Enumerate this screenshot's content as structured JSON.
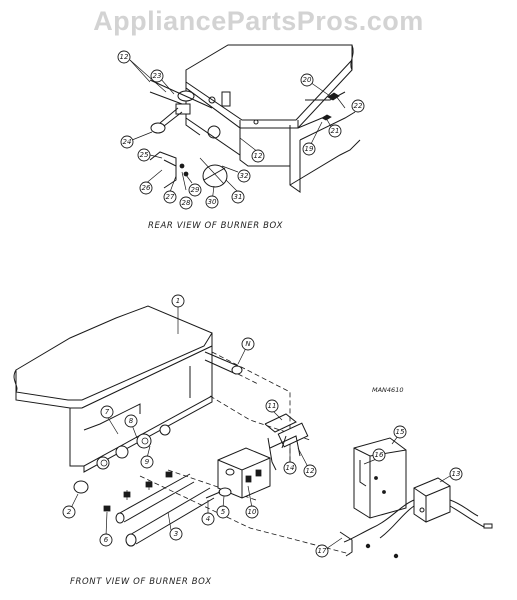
{
  "watermark": "AppliancePartsPros.com",
  "captions": {
    "rear": "REAR VIEW OF BURNER BOX",
    "front": "FRONT VIEW OF BURNER BOX"
  },
  "drawing_code": "MAN4610",
  "rear_callouts": [
    "12",
    "23",
    "24",
    "25",
    "26",
    "27",
    "28",
    "29",
    "30",
    "31",
    "32",
    "20",
    "22",
    "21",
    "19",
    "12"
  ],
  "front_callouts": [
    "1",
    "N",
    "7",
    "8",
    "9",
    "3",
    "2",
    "6",
    "4",
    "5",
    "10",
    "11",
    "14",
    "12",
    "13",
    "16",
    "15",
    "17"
  ]
}
